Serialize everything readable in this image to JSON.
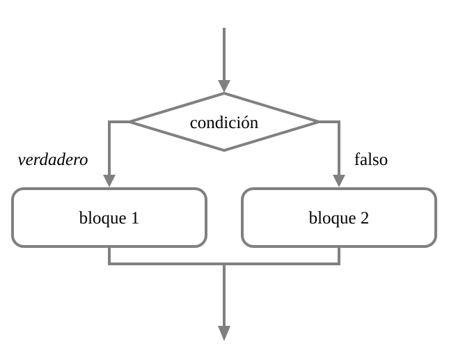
{
  "diagram": {
    "nodes": {
      "decision": {
        "label": "condición",
        "shape": "diamond"
      },
      "block1": {
        "label": "bloque 1",
        "shape": "rounded-rectangle"
      },
      "block2": {
        "label": "bloque 2",
        "shape": "rounded-rectangle"
      }
    },
    "edges": {
      "entry": {
        "from": "start",
        "to": "decision"
      },
      "true_branch": {
        "label": "verdadero",
        "style": "italic",
        "from": "decision",
        "to": "block1"
      },
      "false_branch": {
        "label": "falso",
        "style": "normal",
        "from": "decision",
        "to": "block2"
      },
      "exit": {
        "from": "merge",
        "to": "end"
      }
    },
    "colors": {
      "line": "#808080",
      "text": "#000000",
      "node_fill": "#ffffff",
      "background": "#ffffff"
    }
  }
}
